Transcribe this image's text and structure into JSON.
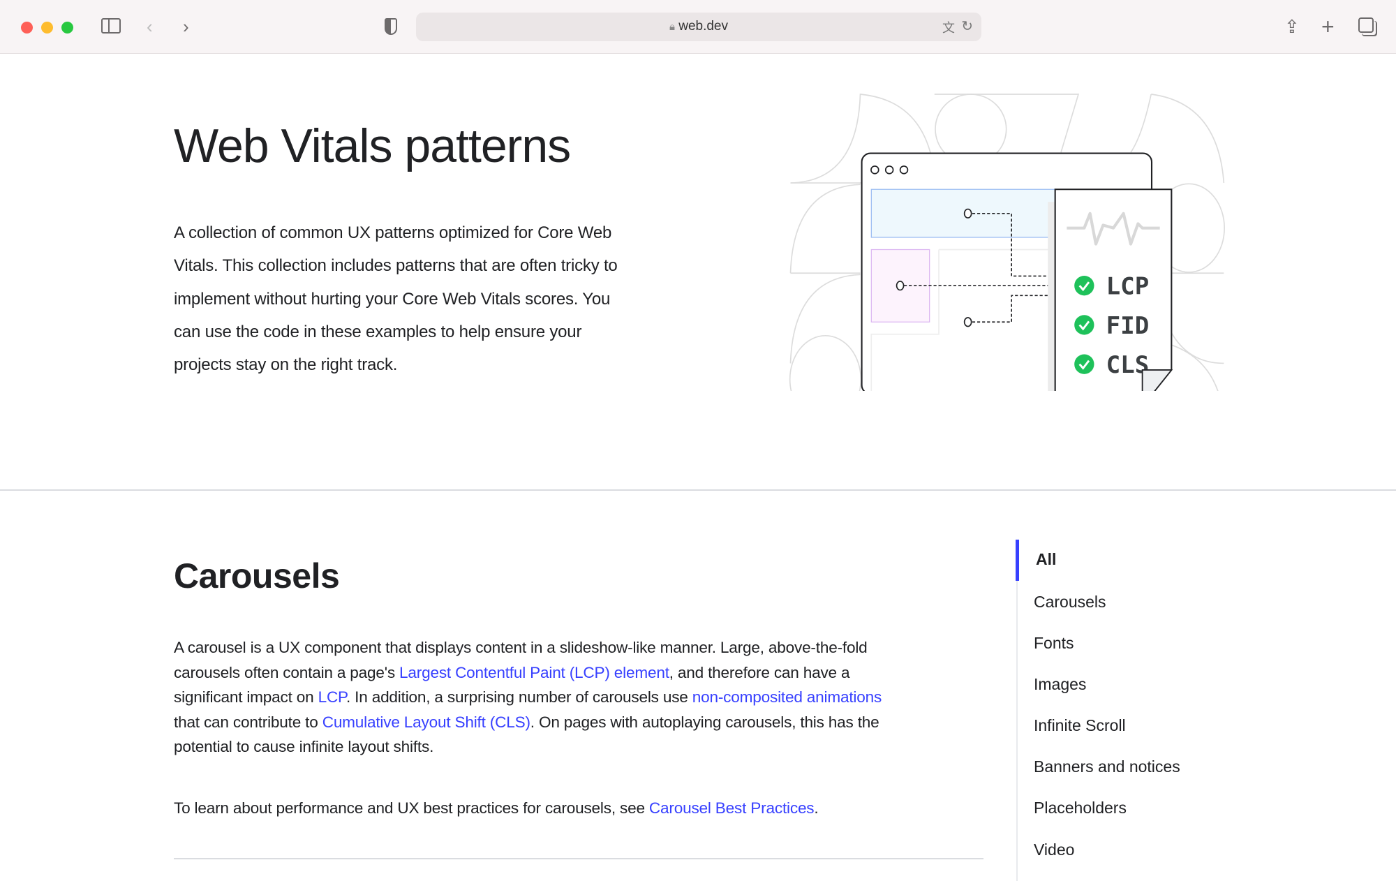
{
  "browser": {
    "url": "web.dev"
  },
  "hero": {
    "title": "Web Vitals patterns",
    "lines": [
      "A collection of common UX patterns optimized for Core Web",
      "Vitals. This collection includes patterns that are often tricky to",
      "implement without hurting your Core Web Vitals scores. You",
      "can use the code in these examples to help ensure your",
      "projects stay on the right track."
    ],
    "illustration": {
      "metrics": [
        "LCP",
        "FID",
        "CLS"
      ]
    }
  },
  "section": {
    "title": "Carousels",
    "p1": {
      "l1": "A carousel is a UX component that displays content in a slideshow-like manner. Large, above-the-fold",
      "l2a": "carousels often contain a page's ",
      "l2link": "Largest Contentful Paint (LCP) element",
      "l2b": ", and therefore can have a",
      "l3a": "significant impact on ",
      "l3link": "LCP",
      "l3b": ". In addition, a surprising number of carousels use ",
      "l3link2": "non-composited animations",
      "l4a": "that can contribute to ",
      "l4link": "Cumulative Layout Shift (CLS)",
      "l4b": ". On pages with autoplaying carousels, this has the",
      "l5": "potential to cause infinite layout shifts."
    },
    "p2": {
      "a": "To learn about performance and UX best practices for carousels, see ",
      "link": "Carousel Best Practices",
      "b": "."
    }
  },
  "sidebar": {
    "items": [
      "All",
      "Carousels",
      "Fonts",
      "Images",
      "Infinite Scroll",
      "Banners and notices",
      "Placeholders",
      "Video"
    ],
    "active": "All"
  },
  "colors": {
    "accent": "#3740ff",
    "check": "#1ec15a"
  }
}
